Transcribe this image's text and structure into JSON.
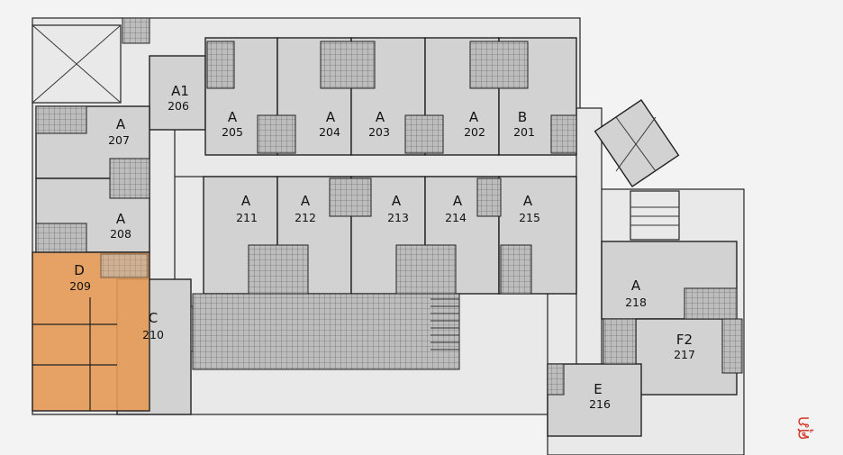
{
  "units": [
    {
      "type": "A1",
      "number": "206"
    },
    {
      "type": "A",
      "number": "207"
    },
    {
      "type": "A",
      "number": "208"
    },
    {
      "type": "D",
      "number": "209"
    },
    {
      "type": "C",
      "number": "210"
    },
    {
      "type": "A",
      "number": "205"
    },
    {
      "type": "A",
      "number": "204"
    },
    {
      "type": "A",
      "number": "203"
    },
    {
      "type": "A",
      "number": "202"
    },
    {
      "type": "B",
      "number": "201"
    },
    {
      "type": "A",
      "number": "211"
    },
    {
      "type": "A",
      "number": "212"
    },
    {
      "type": "A",
      "number": "213"
    },
    {
      "type": "A",
      "number": "214"
    },
    {
      "type": "A",
      "number": "215"
    },
    {
      "type": "A",
      "number": "218"
    },
    {
      "type": "F2",
      "number": "217"
    },
    {
      "type": "E",
      "number": "216"
    }
  ],
  "highlighted_unit": "209",
  "highlight_color": "#e49a55",
  "stamp_text": "ศุภ"
}
